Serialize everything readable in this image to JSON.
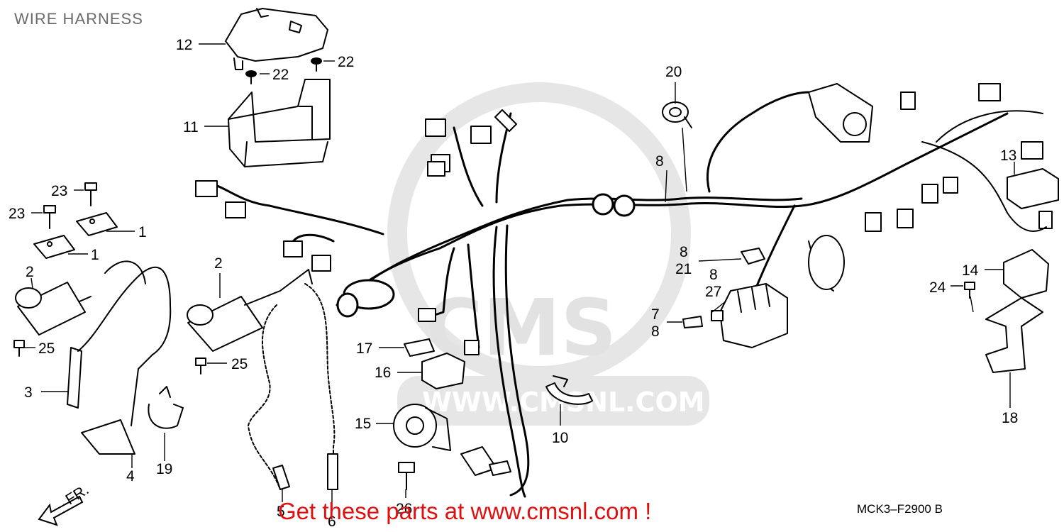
{
  "title": "WIRE HARNESS",
  "diagram_code": "MCK3–F2900 B",
  "promo_text": "Get these parts at www.cmsnl.com !",
  "front_label": "FR.",
  "watermark": {
    "logo_text": "CMS",
    "url": "WWW.CMSNL.COM",
    "color": "#e6e6e6"
  },
  "callouts": {
    "c12": "12",
    "c22a": "22",
    "c22b": "22",
    "c11": "11",
    "c23a": "23",
    "c23b": "23",
    "c1a": "1",
    "c1b": "1",
    "c2a": "2",
    "c25a": "25",
    "c3": "3",
    "c4": "4",
    "c19": "19",
    "c2b": "2",
    "c25b": "25",
    "c5": "5",
    "c6": "6",
    "c20": "20",
    "c8a": "8",
    "c8b": "8",
    "c21": "21",
    "c8c": "8",
    "c27": "27",
    "c7": "7",
    "c8d": "8",
    "c17": "17",
    "c16": "16",
    "c15": "15",
    "c26": "26",
    "c10": "10",
    "c13": "13",
    "c14": "14",
    "c24": "24",
    "c18": "18"
  }
}
